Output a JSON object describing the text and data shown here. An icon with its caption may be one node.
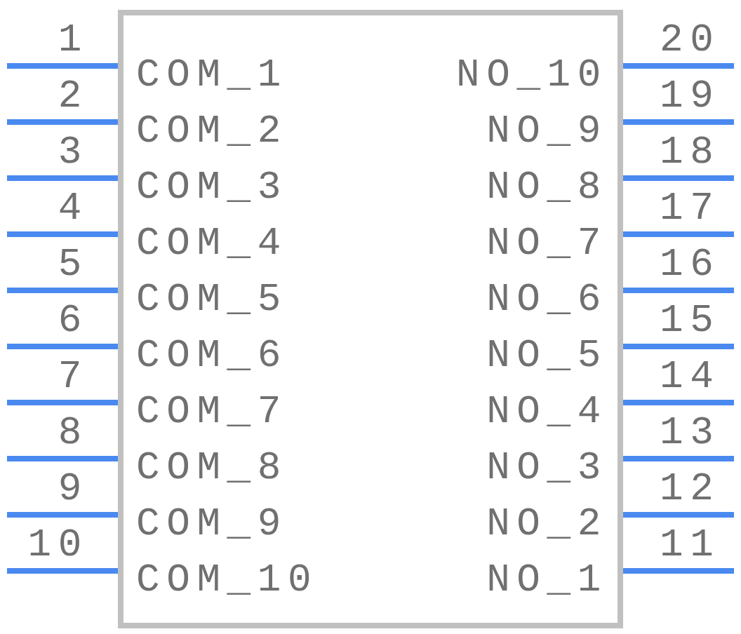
{
  "diagram": {
    "nodes": [
      {
        "text": [],
        "shape": "box"
      }
    ],
    "labels": [
      "1",
      "COM_1",
      "NO_10",
      "20",
      "2",
      "COM_2",
      "NO_9",
      "19",
      "3",
      "COM_3",
      "NO_8",
      "18",
      "4",
      "COM_4",
      "NO_7",
      "17",
      "5",
      "COM_5",
      "NO_6",
      "16",
      "6",
      "COM_6",
      "NO_5",
      "15",
      "7",
      "COM_7",
      "NO_4",
      "14",
      "8",
      "COM_8",
      "NO_3",
      "13",
      "9",
      "COM_9",
      "NO_2",
      "12",
      "10",
      "COM_10",
      "NO_1",
      "11"
    ]
  }
}
